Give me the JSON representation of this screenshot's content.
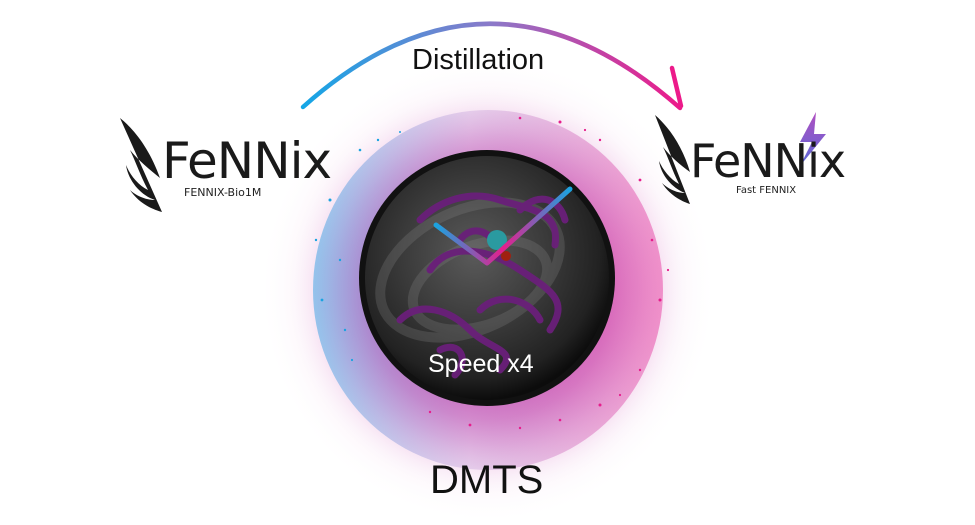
{
  "diagram": {
    "arrow_label": "Distillation",
    "bottom_label": "DMTS",
    "center_label": "Speed x4",
    "source_model": {
      "logo_text": "FeNNix",
      "subtitle": "FENNIX-Bio1M"
    },
    "target_model": {
      "logo_text": "FeNNix",
      "subtitle": "Fast FENNIX"
    },
    "colors": {
      "cyan": "#1aa3e0",
      "magenta": "#e61e8c",
      "purple": "#6a1f7a",
      "text": "#111111"
    }
  }
}
